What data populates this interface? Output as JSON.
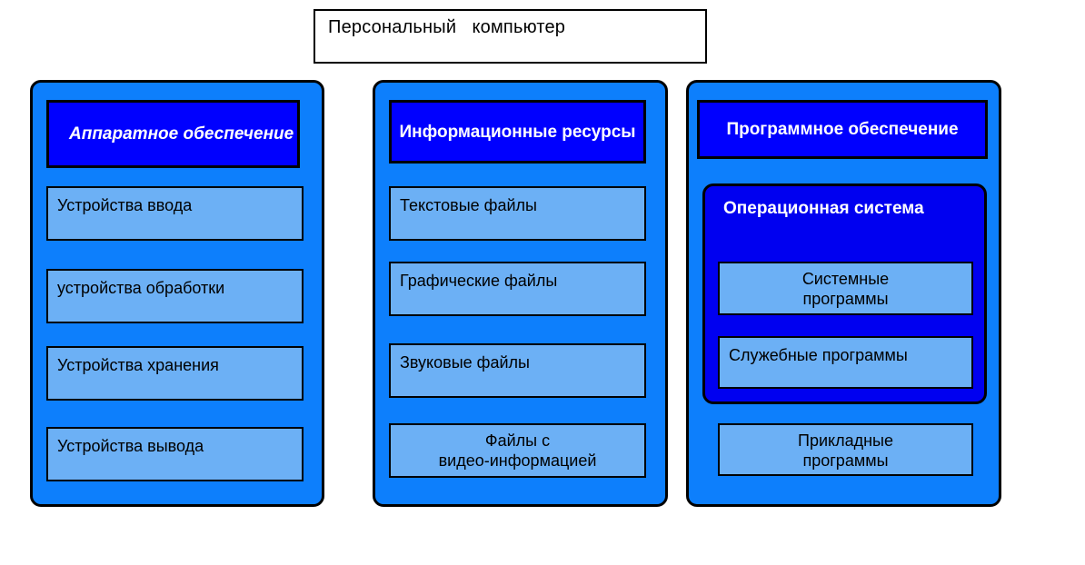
{
  "diagram": {
    "title": "Персональный   компьютер",
    "colors": {
      "panel_blue": "#0d7ffc",
      "header_blue": "#0000ff",
      "item_blue": "#6cb0f5",
      "border_black": "#000000",
      "header_text": "#ffffff",
      "item_text": "#000000",
      "title_text": "#000000"
    },
    "columns": [
      {
        "id": "hardware",
        "header": "Аппаратное\nобеспечение",
        "items": [
          {
            "label": "Устройства ввода"
          },
          {
            "label": "устройства обработки"
          },
          {
            "label": "Устройства хранения"
          },
          {
            "label": "Устройства вывода"
          }
        ]
      },
      {
        "id": "information-resources",
        "header": "Информационные\nресурсы",
        "items": [
          {
            "label": "Текстовые файлы"
          },
          {
            "label": "Графические файлы"
          },
          {
            "label": "Звуковые файлы"
          },
          {
            "label": "Файлы с\nвидео-информацией"
          }
        ]
      },
      {
        "id": "software",
        "header": "Программное\nобеспечение",
        "group": {
          "title": "Операционная система",
          "items": [
            {
              "label": "Системные\nпрограммы"
            },
            {
              "label": "Служебные программы"
            }
          ]
        },
        "items": [
          {
            "label": "Прикладные\nпрограммы"
          }
        ]
      }
    ]
  }
}
